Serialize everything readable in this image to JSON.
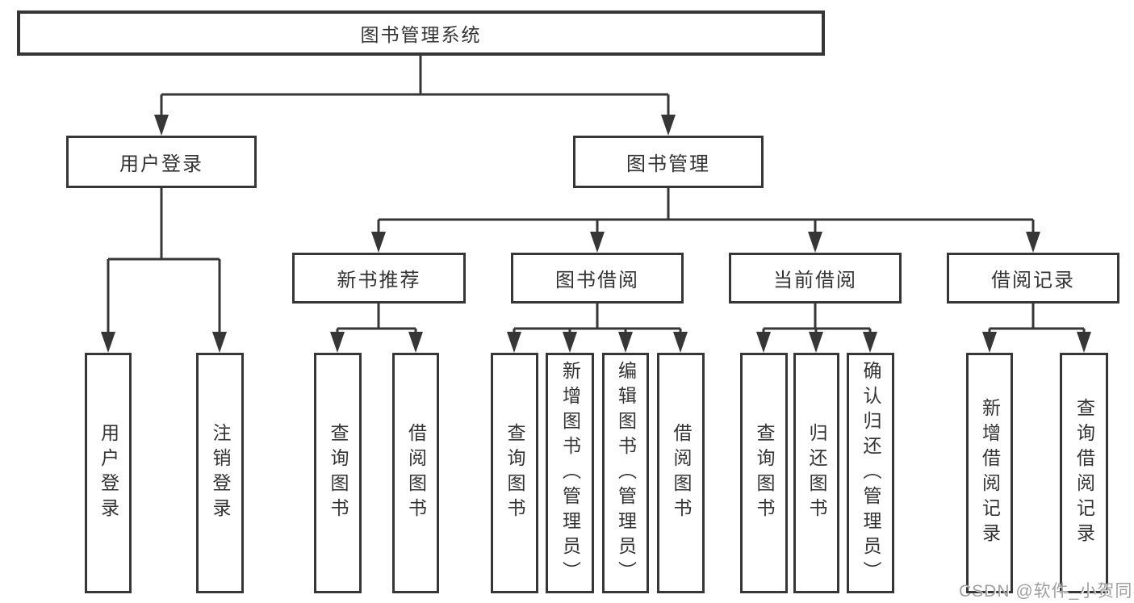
{
  "tree": {
    "root": "图书管理系统",
    "level2": {
      "userLogin": "用户登录",
      "bookMgmt": "图书管理"
    },
    "userLoginChildren": [
      "用户登录",
      "注销登录"
    ],
    "bookMgmtChildren": [
      "新书推荐",
      "图书借阅",
      "当前借阅",
      "借阅记录"
    ],
    "newBookChildren": [
      "查询图书",
      "借阅图书"
    ],
    "borrowChildren": [
      "查询图书",
      "新增图书（管理员）",
      "编辑图书（管理员）",
      "借阅图书"
    ],
    "currentChildren": [
      "查询图书",
      "归还图书",
      "确认归还（管理员）"
    ],
    "recordChildren": [
      "新增借阅记录",
      "查询借阅记录"
    ]
  },
  "watermark": {
    "text": "CSDN @软件_小贺同学"
  },
  "colors": {
    "line": "#363636",
    "text": "#333333",
    "background": "#ffffff",
    "watermark": "#a0a0a0"
  }
}
